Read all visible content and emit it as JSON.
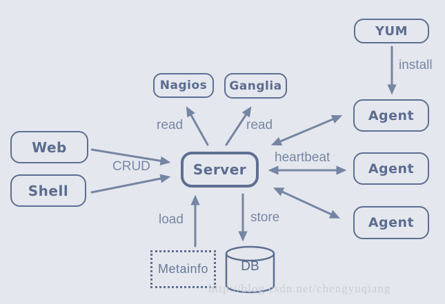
{
  "title": "Server-Agent architecture diagram",
  "colors": {
    "background": "#E4E7ED",
    "box_border": "#5D6E91",
    "box_text": "#5B6C90",
    "arrow": "#7585A3",
    "edge_label": "#7787A4",
    "watermark": "#C9CDD6"
  },
  "nodes": [
    {
      "id": "yum",
      "label": "YUM",
      "shape": "rounded-box"
    },
    {
      "id": "nagios",
      "label": "Nagios",
      "shape": "rounded-box"
    },
    {
      "id": "ganglia",
      "label": "Ganglia",
      "shape": "rounded-box"
    },
    {
      "id": "agent-1",
      "label": "Agent",
      "shape": "rounded-box"
    },
    {
      "id": "agent-2",
      "label": "Agent",
      "shape": "rounded-box"
    },
    {
      "id": "agent-3",
      "label": "Agent",
      "shape": "rounded-box"
    },
    {
      "id": "web",
      "label": "Web",
      "shape": "rounded-box"
    },
    {
      "id": "shell",
      "label": "Shell",
      "shape": "rounded-box"
    },
    {
      "id": "server",
      "label": "Server",
      "shape": "rounded-box-thick"
    },
    {
      "id": "metainfo",
      "label": "Metainfo",
      "shape": "dotted-box"
    },
    {
      "id": "db",
      "label": "DB",
      "shape": "cylinder"
    }
  ],
  "edges": [
    {
      "from": "web",
      "to": "server",
      "label": "CRUD",
      "type": "arrow"
    },
    {
      "from": "shell",
      "to": "server",
      "label": "CRUD",
      "type": "arrow"
    },
    {
      "from": "server",
      "to": "nagios",
      "label": "read",
      "type": "arrow"
    },
    {
      "from": "server",
      "to": "ganglia",
      "label": "read",
      "type": "arrow"
    },
    {
      "from": "yum",
      "to": "agent-1",
      "label": "install",
      "type": "arrow"
    },
    {
      "from": "server",
      "to": "agent-1",
      "label": "",
      "type": "double-arrow"
    },
    {
      "from": "server",
      "to": "agent-2",
      "label": "heartbeat",
      "type": "double-arrow"
    },
    {
      "from": "server",
      "to": "agent-3",
      "label": "",
      "type": "double-arrow"
    },
    {
      "from": "metainfo",
      "to": "server",
      "label": "load",
      "type": "arrow"
    },
    {
      "from": "server",
      "to": "db",
      "label": "store",
      "type": "arrow"
    }
  ],
  "watermark": {
    "text": "http://blog.csdn.net/chengyuqiang"
  }
}
